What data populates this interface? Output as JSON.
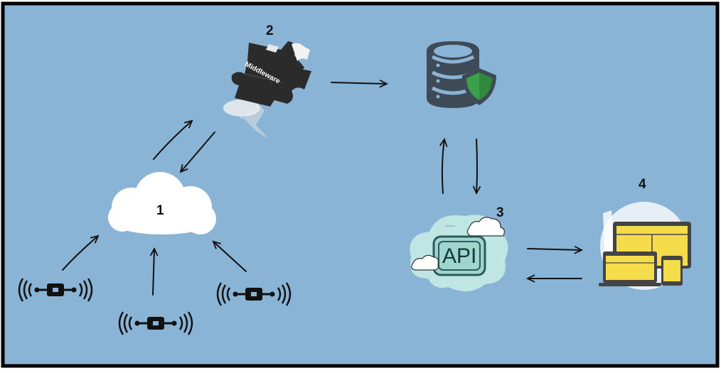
{
  "nodes": {
    "cloud": {
      "number": "1"
    },
    "middleware": {
      "number": "2",
      "text": "Middleware"
    },
    "api": {
      "number": "3",
      "text": "API"
    },
    "devices": {
      "number": "4"
    }
  },
  "icons": {
    "sensor": "sensor-icon",
    "cloud": "cloud-icon",
    "middleware": "puzzle-piece-icon",
    "database": "secure-database-icon",
    "api": "api-cloud-icon",
    "devices": "devices-icon"
  },
  "colors": {
    "background": "#8ab4d6",
    "border": "#000000",
    "puzzle": "#2b2b2b",
    "shield": "#3aa04a",
    "database": "#3e4a55",
    "api_teal": "#8fd0c8",
    "screen_yellow": "#f4dc4a"
  }
}
